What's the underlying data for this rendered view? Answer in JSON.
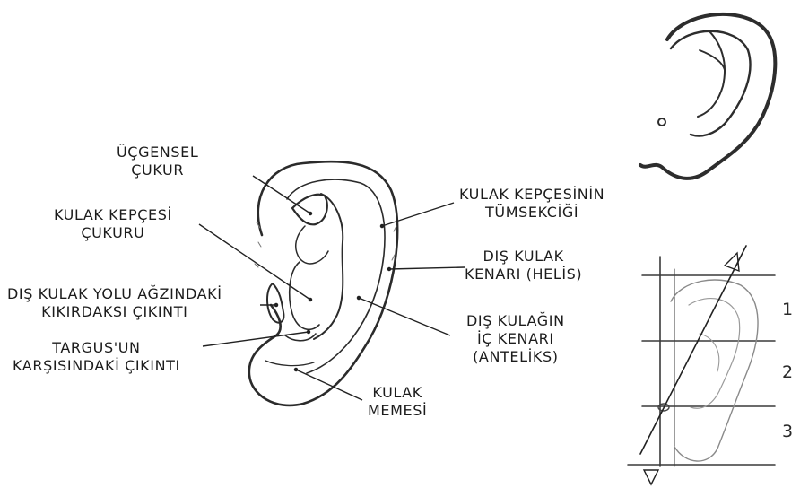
{
  "labels": {
    "triangular_fossa": [
      "ÜÇGENSEL",
      "ÇUKUR"
    ],
    "concha": [
      "KULAK KEPÇESİ",
      "ÇUKURU"
    ],
    "tragus": [
      "DIŞ KULAK YOLU AĞZINDAKİ",
      "KIKIRDAKSI ÇIKINTI"
    ],
    "antitragus": [
      "TARGUS'UN",
      "KARŞISINDAKİ ÇIKINTI"
    ],
    "helix_tubercle": [
      "KULAK KEPÇESİNİN",
      "TÜMSEKCİĞİ"
    ],
    "helix": [
      "DIŞ KULAK",
      "KENARI (HELİS)"
    ],
    "antihelix": [
      "DIŞ KULAĞIN",
      "İÇ KENARI",
      "(ANTELİKS)"
    ],
    "lobe": [
      "KULAK",
      "MEMESİ"
    ]
  },
  "proportion_numbers": [
    "1",
    "2",
    "3"
  ]
}
